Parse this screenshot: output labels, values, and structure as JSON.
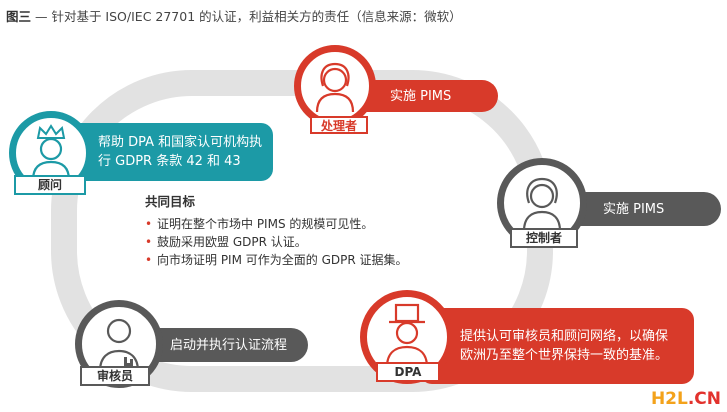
{
  "caption": {
    "figure_label": "图三",
    "text": " — 针对基于 ISO/IEC 27701 的认证，利益相关方的责任（信息来源：微软）"
  },
  "roles": {
    "processor": {
      "label": "处理者",
      "pill": "实施 PIMS",
      "icon": "person-icon",
      "color": "#d83a2a"
    },
    "consultant": {
      "label": "顾问",
      "pill": "帮助 DPA 和国家认可机构执行 GDPR 条款 42 和 43",
      "icon": "crowned-person-icon",
      "color": "#1c9aa6"
    },
    "controller": {
      "label": "控制者",
      "pill": "实施 PIMS",
      "icon": "person-icon",
      "color": "#595959"
    },
    "auditor": {
      "label": "审核员",
      "pill": "启动并执行认证流程",
      "icon": "raised-hand-person-icon",
      "color": "#595959"
    },
    "dpa": {
      "label": "DPA",
      "pill": "提供认可审核员和顾问网络，以确保欧洲乃至整个世界保持一致的基准。",
      "icon": "top-hat-person-icon",
      "color": "#d83a2a"
    }
  },
  "goals": {
    "title": "共同目标",
    "items": [
      "证明在整个市场中 PIMS 的规模可见性。",
      "鼓励采用欧盟 GDPR 认证。",
      "向市场证明 PIM 可作为全面的 GDPR 证据集。"
    ]
  },
  "watermark": {
    "h2l": "H2L",
    "cn": ".CN"
  }
}
